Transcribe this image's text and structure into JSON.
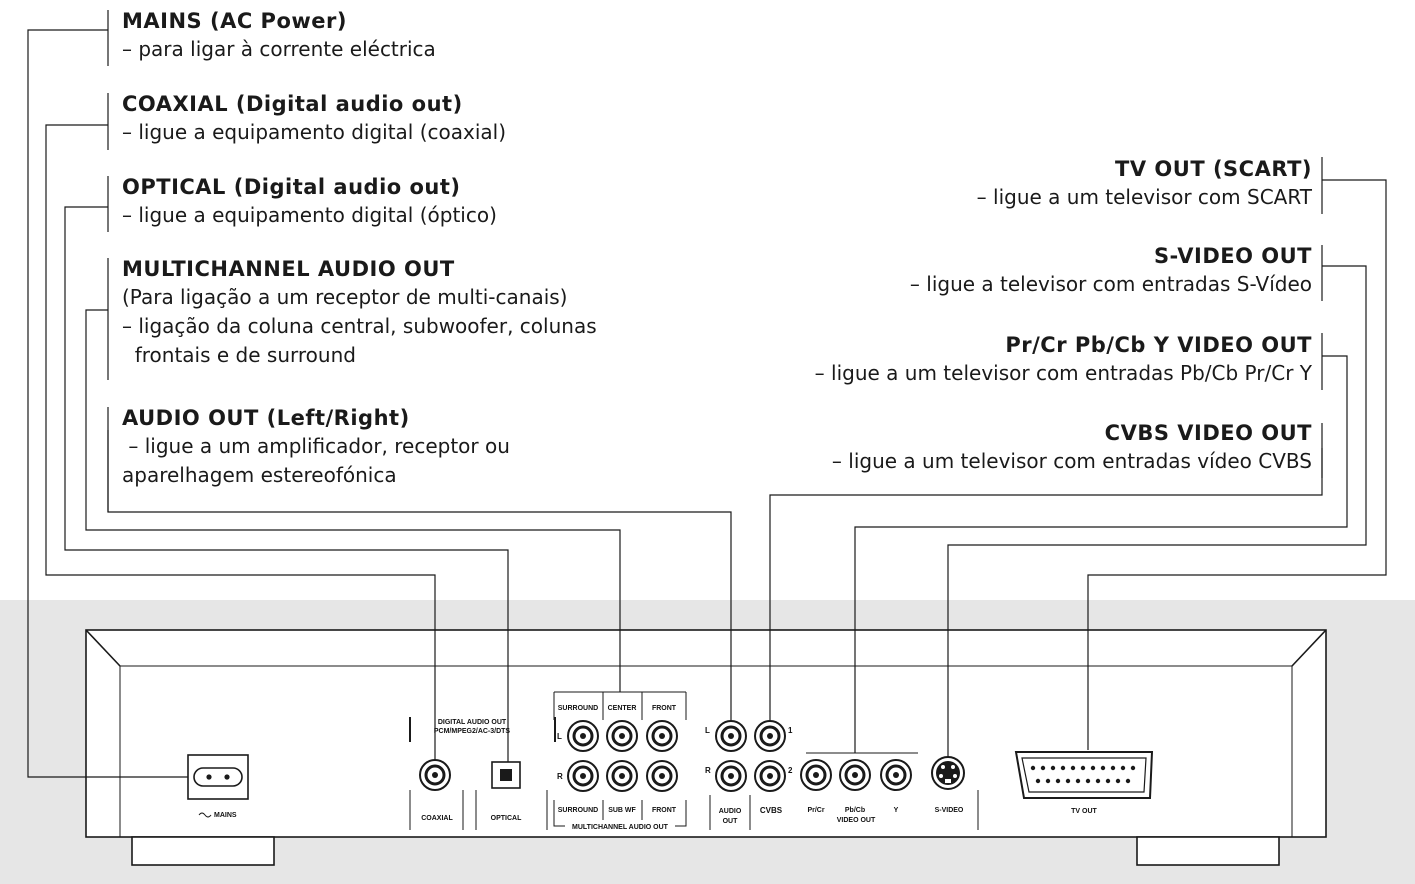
{
  "left_labels": [
    {
      "title": "MAINS (AC Power)",
      "lines": [
        "– para ligar à corrente eléctrica"
      ]
    },
    {
      "title": "COAXIAL (Digital audio out)",
      "lines": [
        "– ligue a equipamento digital (coaxial)"
      ]
    },
    {
      "title": "OPTICAL (Digital audio out)",
      "lines": [
        "– ligue a equipamento digital (óptico)"
      ]
    },
    {
      "title": "MULTICHANNEL AUDIO OUT",
      "lines": [
        "(Para ligação a um receptor de multi-canais)",
        "– ligação da coluna central, subwoofer, colunas",
        "  frontais e de surround"
      ]
    },
    {
      "title": "AUDIO OUT (Left/Right)",
      "lines": [
        " – ligue a um amplificador, receptor ou",
        "aparelhagem estereofónica"
      ]
    }
  ],
  "right_labels": [
    {
      "title": "TV OUT (SCART)",
      "lines": [
        "– ligue a um televisor com SCART"
      ]
    },
    {
      "title": "S-VIDEO OUT",
      "lines": [
        "– ligue a televisor com entradas S-Vídeo"
      ]
    },
    {
      "title": "Pr/Cr Pb/Cb Y VIDEO OUT",
      "lines": [
        "– ligue a um televisor com entradas Pb/Cb Pr/Cr Y"
      ]
    },
    {
      "title": "CVBS VIDEO OUT",
      "lines": [
        "– ligue a um televisor com entradas vídeo CVBS"
      ]
    }
  ],
  "panel": {
    "mains": "MAINS",
    "digital_header_1": "DIGITAL AUDIO OUT",
    "digital_header_2": "PCM/MPEG2/AC-3/DTS",
    "coaxial": "COAXIAL",
    "optical": "OPTICAL",
    "mc_top": [
      "SURROUND",
      "CENTER",
      "FRONT"
    ],
    "mc_bottom": [
      "SURROUND",
      "SUB WF",
      "FRONT"
    ],
    "mc_title": "MULTICHANNEL AUDIO OUT",
    "L": "L",
    "R": "R",
    "audio_out_1": "AUDIO",
    "audio_out_2": "OUT",
    "cvbs": "CVBS",
    "cvbs_1": "1",
    "cvbs_2": "2",
    "pr": "Pr/Cr",
    "pb": "Pb/Cb",
    "y": "Y",
    "video_out": "VIDEO OUT",
    "svideo": "S-VIDEO",
    "tvout": "TV OUT"
  },
  "colors": {
    "panel_bg": "#e6e6e6",
    "line": "#1a1a1a"
  }
}
